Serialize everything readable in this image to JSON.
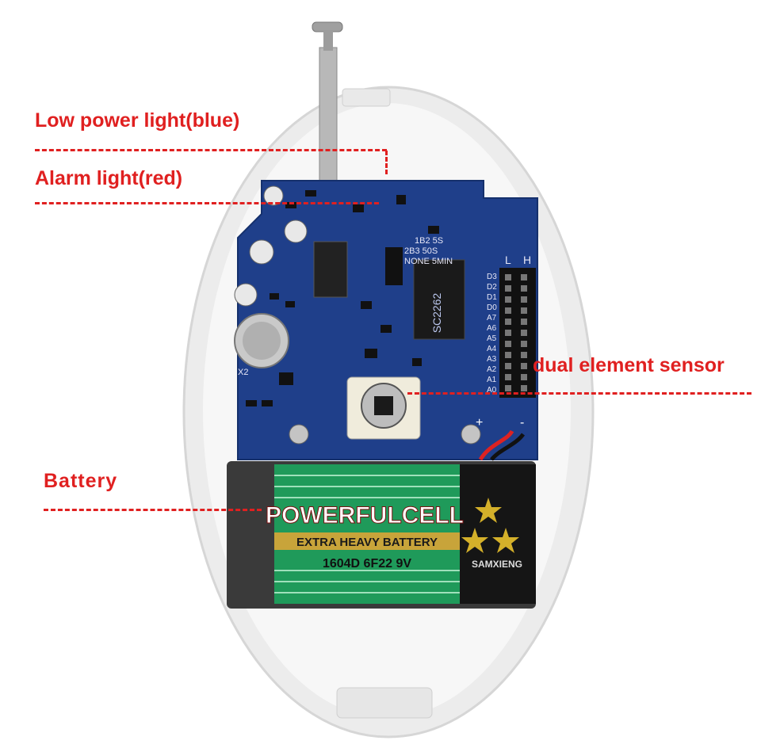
{
  "callouts": {
    "low_power": "Low power light(blue)",
    "alarm": "Alarm light(red)",
    "dual_sensor": "dual element sensor",
    "battery": "Battery"
  },
  "battery": {
    "brand": "POWERFULCELL",
    "tagline": "EXTRA HEAVY BATTERY",
    "model": "1604D 6F22 9V",
    "maker": "SAMXIENG"
  },
  "board": {
    "chip_label": "SC2262",
    "jumper_a": "1B2 5S",
    "jumper_b": "2B3 50S",
    "jumper_c": "NONE 5MIN",
    "col_l": "L",
    "col_h": "H",
    "pins": [
      "D3",
      "D2",
      "D1",
      "D0",
      "A7",
      "A6",
      "A5",
      "A4",
      "A3",
      "A2",
      "A1",
      "A0"
    ],
    "crystal": "X2",
    "plus": "+",
    "minus": "-"
  },
  "colors": {
    "callout": "#e02020",
    "pcb": "#1f3f8a",
    "battery_green": "#1f9a5a",
    "case": "#f2f2f2"
  }
}
